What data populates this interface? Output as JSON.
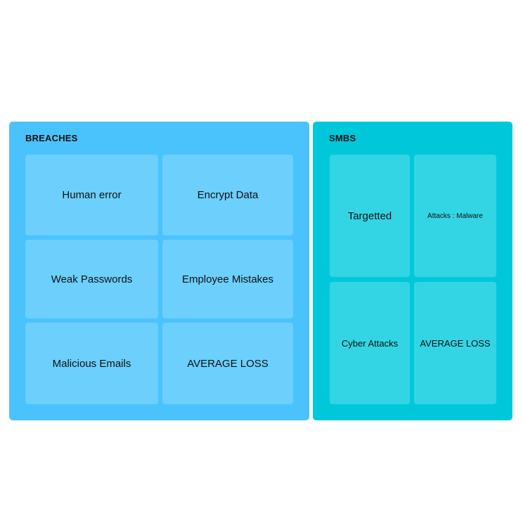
{
  "colors": {
    "background": "#ffffff",
    "breaches_panel": "#4ac3fd",
    "breaches_card": "#6ccffc",
    "smbs_panel": "#00c8da",
    "smbs_card": "#33d5e4",
    "text": "#111111"
  },
  "breaches": {
    "title": "BREACHES",
    "cards": [
      {
        "label": "Human error"
      },
      {
        "label": "Encrypt Data"
      },
      {
        "label": "Weak Passwords"
      },
      {
        "label": "Employee Mistakes"
      },
      {
        "label": "Malicious Emails"
      },
      {
        "label": "AVERAGE LOSS"
      }
    ]
  },
  "smbs": {
    "title": "SMBS",
    "cards": [
      {
        "label": "Targetted"
      },
      {
        "label": "Attacks : Malware"
      },
      {
        "label": "Cyber Attacks"
      },
      {
        "label": "AVERAGE LOSS"
      }
    ]
  }
}
